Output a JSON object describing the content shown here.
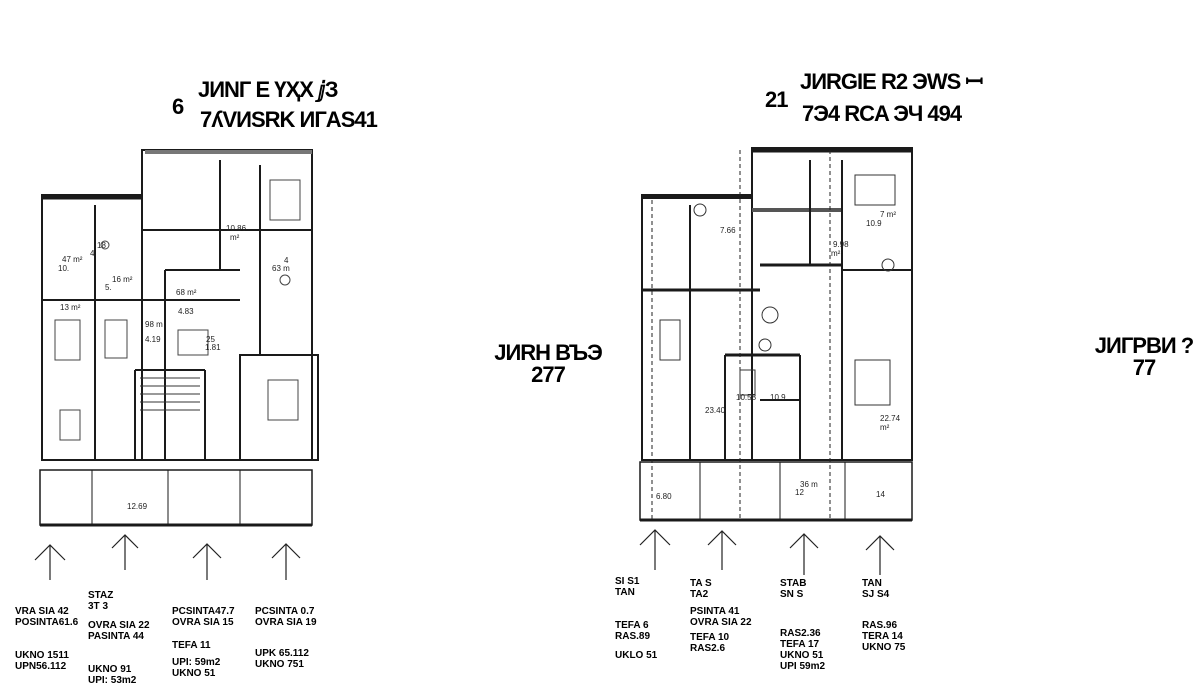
{
  "building_left": {
    "title_line1": "ЈИNГ Е ҮҲХ ⅉЗ",
    "title_line2": "7ʎVИSRK ИГAS41",
    "prefix": "6"
  },
  "building_right": {
    "title_line1": "ЈИRGIE R2 ЭWS ꟷ",
    "title_line2": "7Э4 RCA ЭЧ 494",
    "prefix": "21"
  },
  "middle_label": {
    "line1": "ЈИRH ВЪЭ",
    "line2": "277"
  },
  "right_label": {
    "line1": "ЈИГРВИ ?",
    "line2": "77"
  },
  "rooms_left": [
    "47 m²",
    "10.",
    "18",
    "4.",
    "16 m²",
    "5.",
    "10.86",
    "m²",
    "4",
    "63 m",
    "68 m²",
    "13 m²",
    "4.83",
    "98 m",
    "4.19",
    "1.81",
    "25",
    "12.69"
  ],
  "rooms_right": [
    "7.66",
    "10.9",
    "7 m²",
    "9.98",
    "m²",
    "10.58",
    "10.9",
    "23.40",
    "22.74",
    "m²",
    "36 m",
    "12",
    "14",
    "6.80"
  ],
  "apartments_left": [
    {
      "line1": "VRA SIA 42",
      "line2": "POSINTA61.6",
      "line3": "",
      "line4": "UKNO 1511",
      "line5": "UPN56.112"
    },
    {
      "line1": "STAZ",
      "line2": "3T 3",
      "line3": "OVRA SIA 22",
      "line4": "PASINTA 44",
      "line5": "UKNO 91",
      "line6": "UPI: 53m2"
    },
    {
      "line1": "PCSINTA47.7",
      "line2": "OVRA SIA 15",
      "line3": "TEFA 11",
      "line4": "UPI: 59m2",
      "line5": "UKNO 51"
    },
    {
      "line1": "PCSINTA 0.7",
      "line2": "OVRA SIA 19",
      "line3": "UPK 65.112",
      "line4": "UKNO 751"
    }
  ],
  "apartments_right": [
    {
      "line1": "SI S1",
      "line2": "TAN",
      "line3": "TEFA 6",
      "line4": "RAS.89",
      "line5": "UKLO 51"
    },
    {
      "line1": "TA S",
      "line2": "TA2",
      "line3": "PSINTA 41",
      "line4": "OVRA SIA 22",
      "line5": "TEFA 10",
      "line6": "RAS2.6"
    },
    {
      "line1": "STAB",
      "line2": "SN S",
      "line3": "RAS2.36",
      "line4": "TEFA 17",
      "line5": "UKNO 51",
      "line6": "UPI 59m2"
    },
    {
      "line1": "TAN",
      "line2": "SJ S4",
      "line3": "RAS.96",
      "line4": "TERA 14",
      "line5": "UKNO 75"
    }
  ],
  "colors": {
    "wall": "#1a1a1a",
    "light_wall": "#555555",
    "background": "#ffffff"
  }
}
